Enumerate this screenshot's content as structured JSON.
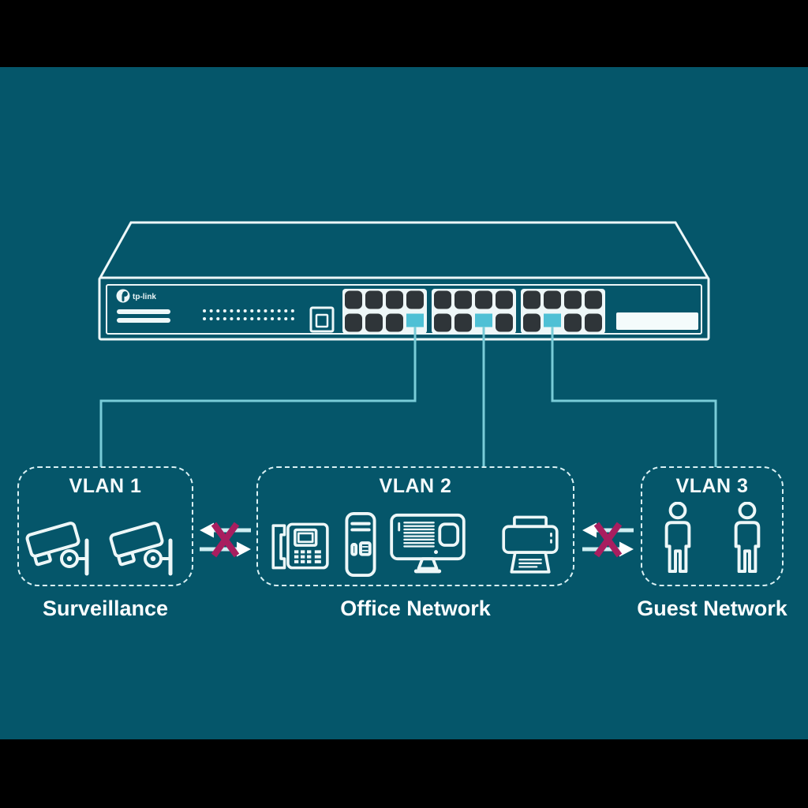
{
  "colors": {
    "background": "#000000",
    "canvas": "#05566a",
    "outline": "#edf7f8",
    "highlight_port": "#4fc0d5",
    "connection_line": "#79ccd8",
    "blocked_x": "#a81e5f",
    "port": "#2f3539"
  },
  "switch": {
    "brand": "tp-link",
    "port_groups": 3,
    "ports_per_group": 8,
    "highlighted_ports": 3
  },
  "vlans": [
    {
      "title": "VLAN 1",
      "caption": "Surveillance",
      "devices": [
        "cctv-camera",
        "cctv-camera"
      ]
    },
    {
      "title": "VLAN 2",
      "caption": "Office Network",
      "devices": [
        "desk-phone",
        "pc-tower",
        "desktop-monitor",
        "printer"
      ]
    },
    {
      "title": "VLAN 3",
      "caption": "Guest Network",
      "devices": [
        "person",
        "person"
      ]
    }
  ]
}
